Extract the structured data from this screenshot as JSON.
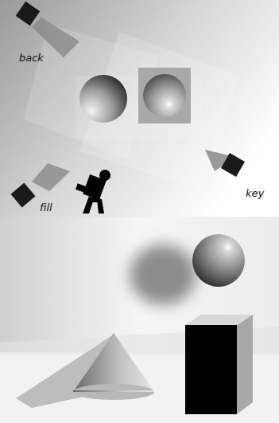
{
  "diagram": {
    "labels": [
      "back",
      "fill",
      "key"
    ]
  }
}
